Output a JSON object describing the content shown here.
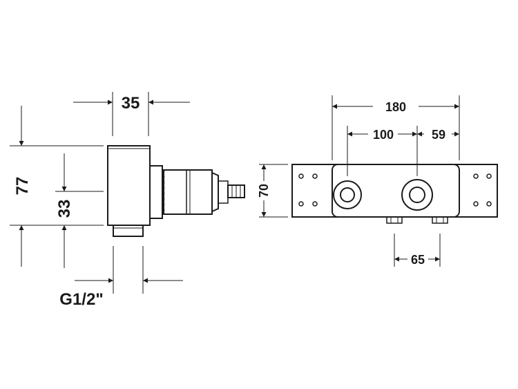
{
  "colors": {
    "line": "#1a1a1a",
    "fill": "#ffffff"
  },
  "side_view": {
    "width_label": "35",
    "height_label": "77",
    "inner_label": "33",
    "thread_label": "G1/2\""
  },
  "front_view": {
    "overall_width_label": "180",
    "center_distance_label": "100",
    "right_offset_label": "59",
    "height_label": "70",
    "outlet_spacing_label": "65"
  }
}
